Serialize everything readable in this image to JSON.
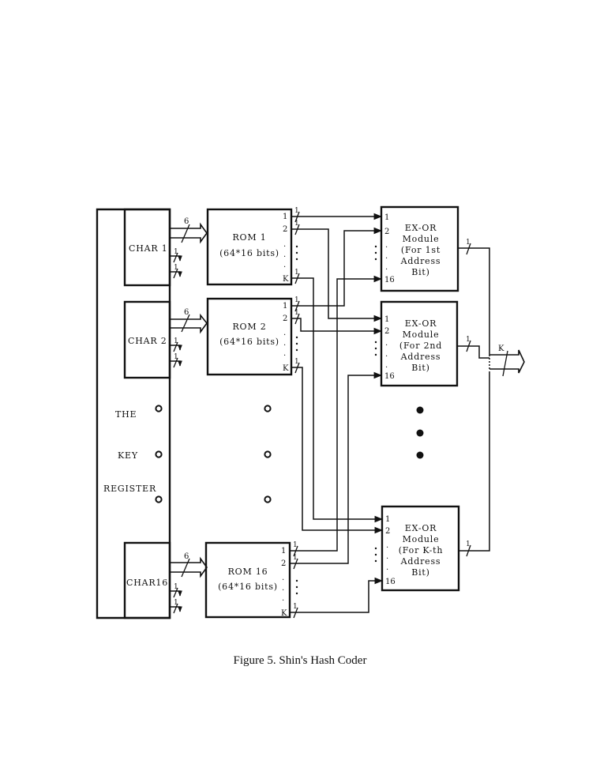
{
  "figure": {
    "caption": "Figure 5.  Shin's Hash Coder"
  },
  "key_register": {
    "label_lines": [
      "THE",
      "KEY",
      "REGISTER"
    ],
    "chars": [
      {
        "label": "CHAR 1",
        "bus_width": "6",
        "side_outputs": [
          "1",
          "1"
        ]
      },
      {
        "label": "CHAR 2",
        "bus_width": "6",
        "side_outputs": [
          "1",
          "1"
        ]
      },
      {
        "label": "CHAR16",
        "bus_width": "6",
        "side_outputs": [
          "1",
          "1"
        ]
      }
    ]
  },
  "roms": [
    {
      "name": "ROM 1",
      "size": "(64*16 bits)",
      "pins": [
        "1",
        "2",
        "K"
      ],
      "wire_width": "1"
    },
    {
      "name": "ROM 2",
      "size": "(64*16 bits)",
      "pins": [
        "1",
        "2",
        "K"
      ],
      "wire_width": "1"
    },
    {
      "name": "ROM 16",
      "size": "(64*16 bits)",
      "pins": [
        "1",
        "2",
        "K"
      ],
      "wire_width": "1"
    }
  ],
  "exor_modules": [
    {
      "lines": [
        "EX-OR",
        "Module",
        "(For 1st",
        "Address",
        "Bit)"
      ],
      "inputs": [
        "1",
        "2",
        "16"
      ],
      "output_width": "1"
    },
    {
      "lines": [
        "EX-OR",
        "Module",
        "(For 2nd",
        "Address",
        "Bit)"
      ],
      "inputs": [
        "1",
        "2",
        "16"
      ],
      "output_width": "1"
    },
    {
      "lines": [
        "EX-OR",
        "Module",
        "(For K-th",
        "Address",
        "Bit)"
      ],
      "inputs": [
        "1",
        "2",
        "16"
      ],
      "output_width": "1"
    }
  ],
  "output_bus": {
    "width_label": "K"
  },
  "wiring": [
    {
      "from": "ROM 1.1",
      "to": "EX-OR 1st.1"
    },
    {
      "from": "ROM 1.2",
      "to": "EX-OR 2nd.1"
    },
    {
      "from": "ROM 1.K",
      "to": "EX-OR K-th.1"
    },
    {
      "from": "ROM 2.1",
      "to": "EX-OR 1st.2"
    },
    {
      "from": "ROM 2.2",
      "to": "EX-OR 2nd.2"
    },
    {
      "from": "ROM 2.K",
      "to": "EX-OR K-th.2"
    },
    {
      "from": "ROM 16.1",
      "to": "EX-OR 1st.16"
    },
    {
      "from": "ROM 16.2",
      "to": "EX-OR 2nd.16"
    },
    {
      "from": "ROM 16.K",
      "to": "EX-OR K-th.16"
    }
  ]
}
